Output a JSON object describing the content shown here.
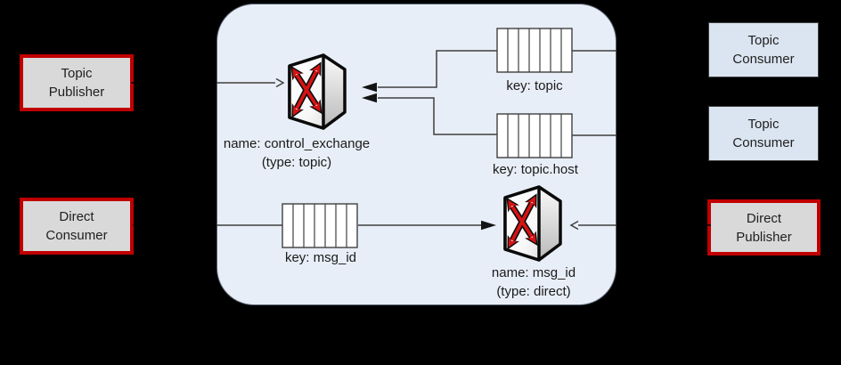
{
  "diagram": {
    "external": {
      "topic_publisher": "Topic Publisher",
      "direct_consumer": "Direct Consumer",
      "topic_consumer_top": "Topic Consumer",
      "topic_consumer_bottom": "Topic Consumer",
      "direct_publisher": "Direct Publisher"
    },
    "broker": {
      "topic_exchange": {
        "name": "name: control_exchange",
        "type": "(type: topic)"
      },
      "direct_exchange": {
        "name": "name: msg_id",
        "type": "(type: direct)"
      },
      "queue_topic": "key: topic",
      "queue_topic_host": "key: topic.host",
      "queue_msg_id": "key: msg_id"
    },
    "colors": {
      "background": "#000000",
      "broker_fill": "#e8eef7",
      "publisher_box_fill": "#d9d9d9",
      "publisher_box_border": "#c00000",
      "consumer_box_fill": "#dbe5f1",
      "connector": "#3f3f3f",
      "exchange_arrow_red": "#d61313"
    }
  }
}
